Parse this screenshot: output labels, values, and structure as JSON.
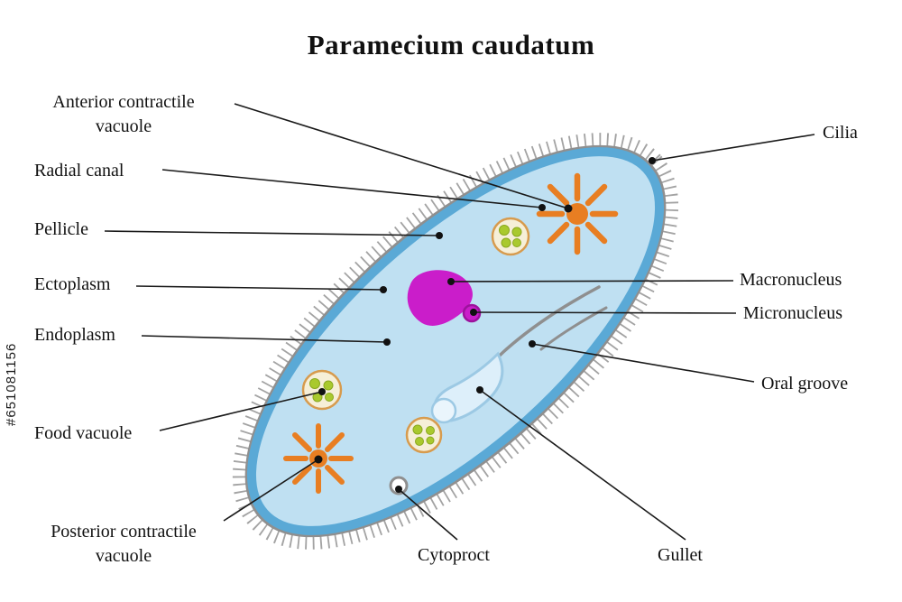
{
  "title": "Paramecium caudatum",
  "watermark": "#651081156",
  "labels": {
    "anterior_contractile_vacuole": "Anterior contractile vacuole",
    "radial_canal": "Radial canal",
    "pellicle": "Pellicle",
    "ectoplasm": "Ectoplasm",
    "endoplasm": "Endoplasm",
    "food_vacuole": "Food vacuole",
    "posterior_contractile_vacuole": "Posterior contractile vacuole",
    "cilia": "Cilia",
    "macronucleus": "Macronucleus",
    "micronucleus": "Micronucleus",
    "oral_groove": "Oral groove",
    "gullet": "Gullet",
    "cytoproct": "Cytoproct"
  },
  "colors": {
    "cell_fill": "#bfe0f2",
    "ectoplasm_blue": "#5aa9d6",
    "pellicle_gray": "#8f8f8f",
    "vacuole_orange": "#e87e22",
    "nucleus_magenta": "#ca1dca",
    "food_vacuole_green": "#a9c92e"
  }
}
